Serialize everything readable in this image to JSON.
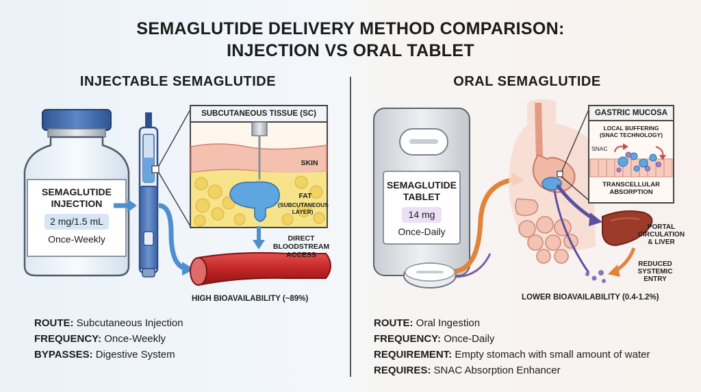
{
  "title": {
    "line1": "SEMAGLUTIDE DELIVERY METHOD COMPARISON:",
    "line2": "INJECTION VS ORAL TABLET"
  },
  "left": {
    "heading": "INJECTABLE SEMAGLUTIDE",
    "vial_label_line1": "SEMAGLUTIDE",
    "vial_label_line2": "INJECTION",
    "vial_dose": "2 mg/1.5 mL",
    "vial_frequency": "Once-Weekly",
    "inset_title": "SUBCUTANEOUS TISSUE (SC)",
    "skin_label": "SKIN",
    "fat_label": "FAT",
    "fat_sublabel_line1": "(SUBCUTANEOUS",
    "fat_sublabel_line2": "LAYER)",
    "direct_line1": "DIRECT",
    "direct_line2": "BLOODSTREAM",
    "direct_line3": "ACCESS",
    "bioavailability": "HIGH BIOAVAILABILITY (~89%)",
    "facts": [
      {
        "key": "ROUTE:",
        "value": "Subcutaneous Injection"
      },
      {
        "key": "FREQUENCY:",
        "value": "Once-Weekly"
      },
      {
        "key": "BYPASSES:",
        "value": "Digestive System"
      }
    ]
  },
  "right": {
    "heading": "ORAL SEMAGLUTIDE",
    "tablet_label_line1": "SEMAGLUTIDE",
    "tablet_label_line2": "TABLET",
    "tablet_dose": "14 mg",
    "tablet_frequency": "Once-Daily",
    "mucosa_title": "GASTRIC MUCOSA",
    "buffer_line1": "LOCAL BUFFERING",
    "buffer_line2": "(SNAC TECHNOLOGY)",
    "snac_label": "SNAC",
    "transcellular_line1": "TRANSCELLULAR",
    "transcellular_line2": "ABSORPTION",
    "portal_line1": "PORTAL",
    "portal_line2": "CIRCULATION",
    "portal_line3": "& LIVER",
    "reduced_line1": "REDUCED",
    "reduced_line2": "SYSTEMIC",
    "reduced_line3": "ENTRY",
    "bioavailability": "LOWER BIOAVAILABILITY (0.4-1.2%)",
    "facts": [
      {
        "key": "ROUTE:",
        "value": "Oral Ingestion"
      },
      {
        "key": "FREQUENCY:",
        "value": "Once-Daily"
      },
      {
        "key": "REQUIREMENT:",
        "value": "Empty stomach with small amount of water"
      },
      {
        "key": "REQUIRES:",
        "value": "SNAC Absorption Enhancer"
      }
    ]
  },
  "colors": {
    "vial_cap": "#3f68a8",
    "blood": "#c62a2a",
    "fat": "#f6e38a",
    "skin": "#f4c1b0",
    "drug_blue": "#5fa6e0",
    "liver": "#9c3b2a",
    "stomach": "#f2b8a6",
    "arrow_blue": "#4f8fd0",
    "arrow_orange": "#e0843c",
    "arrow_purple": "#7b5fa6"
  }
}
